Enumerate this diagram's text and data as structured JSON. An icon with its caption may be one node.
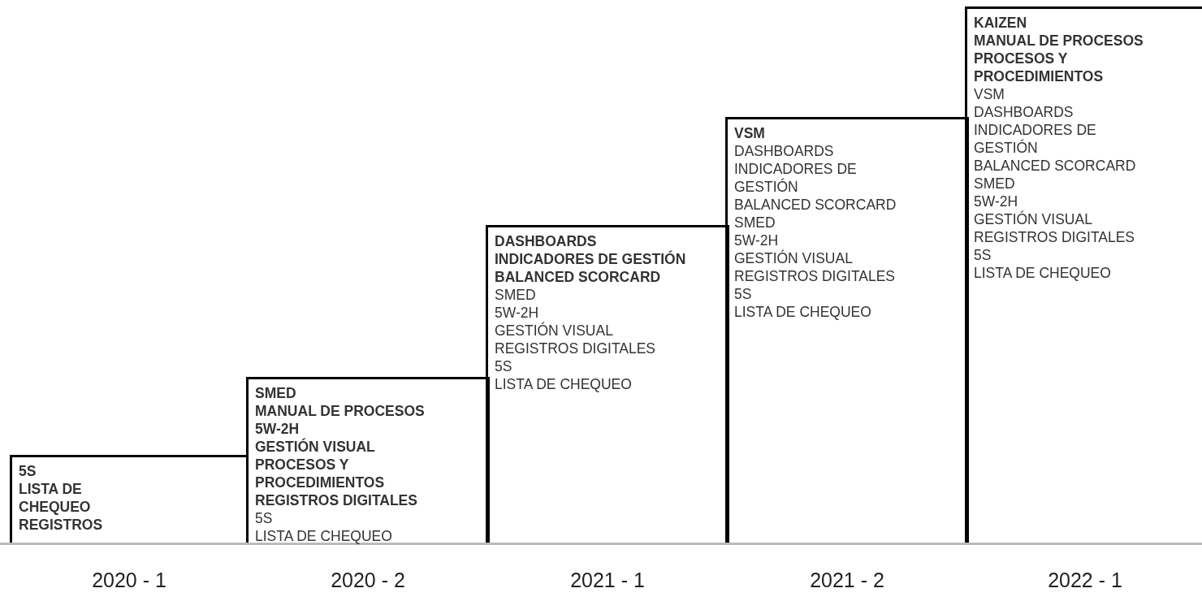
{
  "diagram": {
    "nodes": [
      {
        "text": [
          "**5S**",
          "**LISTA DE CHEQUEO**",
          "**REGISTROS**"
        ],
        "beside": [
          "2020 - 1"
        ]
      },
      {
        "text": [
          "**SMED**",
          "**MANUAL DE PROCESOS**",
          "**5W-2H**",
          "**GESTIÓN VISUAL**",
          "**PROCESOS Y PROCEDIMIENTOS**",
          "**REGISTROS DIGITALES**",
          "5S",
          "LISTA DE CHEQUEO"
        ],
        "beside": [
          "2020 - 2"
        ]
      },
      {
        "text": [
          "**DASHBOARDS**",
          "**INDICADORES DE GESTIÓN**",
          "**BALANCED SCORCARD**",
          "SMED",
          "5W-2H",
          "GESTIÓN VISUAL",
          "REGISTROS DIGITALES",
          "5S",
          "LISTA DE CHEQUEO"
        ],
        "beside": [
          "2021 - 1"
        ]
      },
      {
        "text": [
          "**VSM**",
          "DASHBOARDS",
          "INDICADORES DE GESTIÓN",
          "BALANCED SCORCARD",
          "SMED",
          "5W-2H",
          "GESTIÓN VISUAL",
          "REGISTROS DIGITALES",
          "5S",
          "LISTA DE CHEQUEO"
        ],
        "beside": [
          "2021 - 2"
        ]
      },
      {
        "text": [
          "**KAIZEN**",
          "**MANUAL DE PROCESOS**",
          "**PROCESOS Y PROCEDIMIENTOS**",
          "VSM",
          "DASHBOARDS",
          "INDICADORES DE GESTIÓN",
          "BALANCED SCORCARD",
          "SMED",
          "5W-2H",
          "GESTIÓN VISUAL",
          "REGISTROS DIGITALES",
          "5S",
          "LISTA DE CHEQUEO"
        ],
        "beside": [
          "2022 - 1"
        ]
      }
    ]
  }
}
